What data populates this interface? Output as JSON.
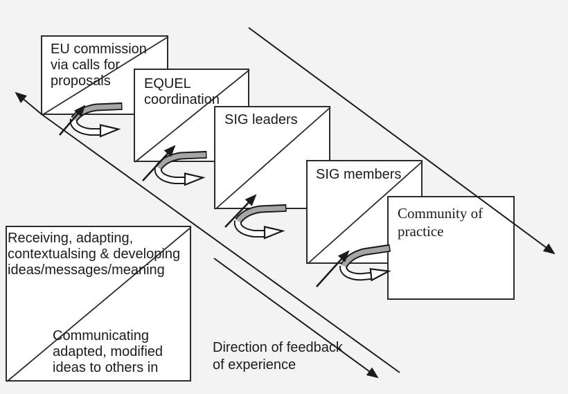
{
  "colors": {
    "background": "#f3f3f3",
    "box_fill": "#ffffff",
    "line": "#1b1b1b",
    "cycle_arrow_gray": "#a6a6a6",
    "cycle_arrow_white": "#ffffff"
  },
  "cascade_boxes": [
    {
      "name": "eu-commission",
      "lines": [
        "EU commission",
        "via calls for",
        "proposals"
      ]
    },
    {
      "name": "equel-coordination",
      "lines": [
        "EQUEL",
        "coordination"
      ]
    },
    {
      "name": "sig-leaders",
      "lines": [
        "SIG leaders"
      ]
    },
    {
      "name": "sig-members",
      "lines": [
        "SIG members"
      ]
    },
    {
      "name": "community-of-practice",
      "lines": [
        "Community of",
        "practice"
      ]
    }
  ],
  "process_box": {
    "top_lines": [
      "Receiving, adapting,",
      "contextualsing & developing",
      "ideas/messages/meaning"
    ],
    "bottom_lines": [
      "Communicating",
      "adapted, modified",
      "ideas to others in"
    ]
  },
  "feedback_label": {
    "lines": [
      "Direction of feedback",
      "of experience"
    ]
  },
  "icons": {
    "cycle_arrow": "cycle-arrow-icon",
    "step_arrow": "up-right-arrow-icon",
    "cascade_line": "diagonal-arrow-up-left",
    "feedback_line": "diagonal-arrow-down-right"
  }
}
